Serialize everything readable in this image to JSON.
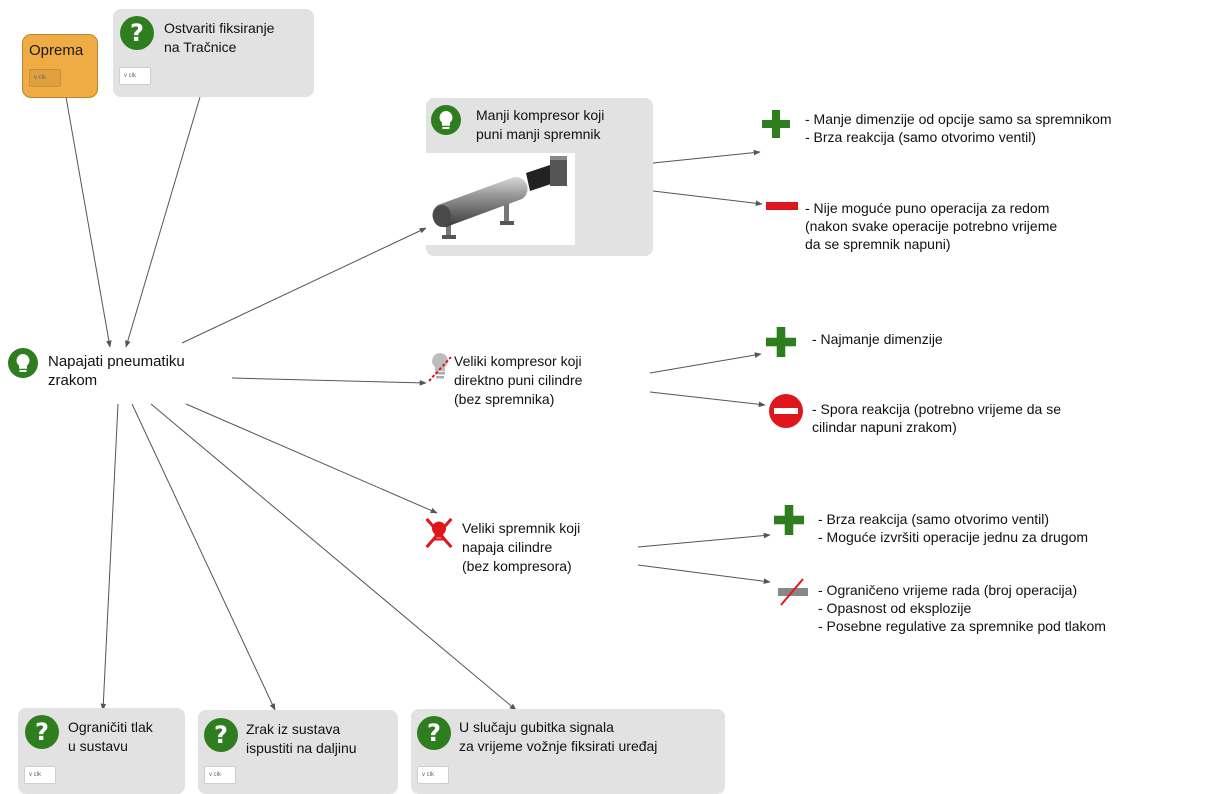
{
  "colors": {
    "green": "#2e7d1e",
    "red": "#e0161d",
    "card": "#e2e2e2",
    "orange": "#f0ac44",
    "edge": "#555555"
  },
  "oprema": {
    "title": "Oprema",
    "tag": "v clk"
  },
  "nodes": {
    "ostvariti": {
      "text": "Ostvariti fiksiranje\nna Tračnice",
      "tag": "v clk",
      "icon": "question-icon"
    },
    "napajati": {
      "text": "Napajati pneumatiku\nzrakom",
      "icon": "lightbulb-icon"
    },
    "manji": {
      "text": "Manji kompresor koji\npuni manji spremnik",
      "icon": "lightbulb-icon",
      "image": "compressor-image"
    },
    "veliki_kompresor": {
      "text": "Veliki kompresor koji\ndirektno puni cilindre\n(bez spremnika)",
      "icon": "crossed-lightbulb-icon"
    },
    "veliki_spremnik": {
      "text": "Veliki spremnik koji\nnapaja cilindre\n(bez kompresora)",
      "icon": "rejected-lightbulb-icon"
    },
    "ogr_tlak": {
      "text": "Ograničiti tlak\nu sustavu",
      "tag": "v clk",
      "icon": "question-icon"
    },
    "zrak": {
      "text": "Zrak iz sustava\nispustiti na daljinu",
      "tag": "v clk",
      "icon": "question-icon"
    },
    "gubitak": {
      "text": "U slučaju gubitka signala\nza vrijeme vožnje fiksirati uređaj",
      "tag": "v clk",
      "icon": "question-icon"
    }
  },
  "pros_cons": {
    "manji_pro": "- Manje dimenzije od opcije samo sa spremnikom\n- Brza reakcija (samo otvorimo ventil)",
    "manji_con": "- Nije moguće puno operacija za redom\n(nakon svake operacije potrebno vrijeme\nda se spremnik napuni)",
    "vk_pro": "- Najmanje dimenzije",
    "vk_con": "- Spora reakcija (potrebno vrijeme da se\ncilindar napuni zrakom)",
    "vs_pro": "- Brza reakcija (samo otvorimo ventil)\n- Moguće izvršiti operacije jednu za drugom",
    "vs_con": "- Ograničeno vrijeme rada (broj operacija)\n- Opasnost od eksplozije\n- Posebne regulative za spremnike pod tlakom"
  }
}
